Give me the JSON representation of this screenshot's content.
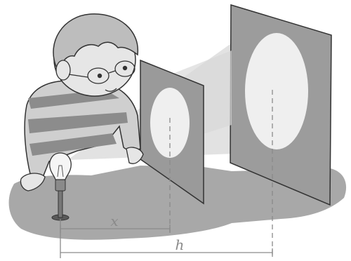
{
  "labels": {
    "distance_to_near_screen": "x",
    "distance_to_far_screen": "h"
  },
  "colors": {
    "floor_shadow": "#a8a8a8",
    "screen_gray": "#9a9a9a",
    "light_spot": "#efefef",
    "light_beam": "#d9d9d9",
    "shirt_dark": "#8c8c8c",
    "shirt_light": "#d6d6d6",
    "hair": "#bdbdbd",
    "skin": "#e6e6e6",
    "outline": "#333333",
    "dimension_line": "#8a8a8a"
  },
  "icons": {
    "light_source": "light-bulb-icon",
    "observer": "child-figure"
  }
}
